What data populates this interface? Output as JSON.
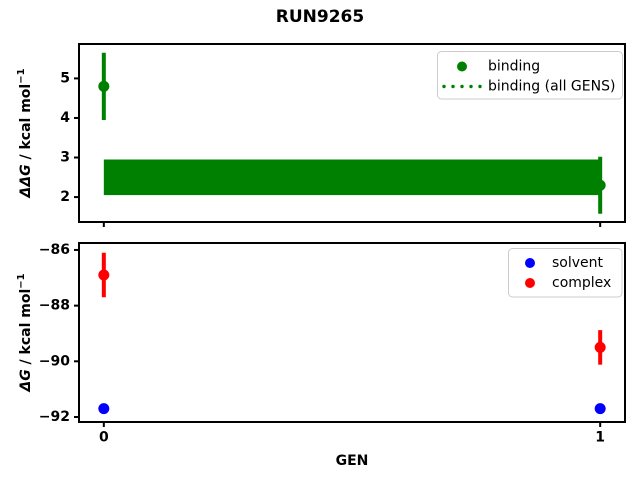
{
  "title": "RUN9265",
  "colors": {
    "foreground": "#000000",
    "background": "#ffffff",
    "legend_border": "#cccccc",
    "binding_green": "#008000",
    "solvent_blue": "#0000ff",
    "complex_red": "#ff0000"
  },
  "chart_data": [
    {
      "type": "scatter",
      "title": "",
      "ylabel": "ΔΔG / kcal mol⁻¹",
      "ylabel_parts": [
        {
          "text": "ΔΔG",
          "style": "italic"
        },
        {
          "text": " / kcal mol",
          "style": "normal"
        },
        {
          "text": "−1",
          "style": "superscript"
        }
      ],
      "xlim": [
        -0.05,
        1.05
      ],
      "ylim": [
        1.37,
        5.87
      ],
      "ytick_values": [
        2,
        3,
        4,
        5
      ],
      "ytick_labels": [
        "2",
        "3",
        "4",
        "5"
      ],
      "xtick_values": [
        0,
        1
      ],
      "xtick_labels": [],
      "grid": false,
      "series": [
        {
          "name": "binding",
          "type": "errorbar",
          "color": "#008000",
          "marker": "circle",
          "x": [
            0,
            1
          ],
          "y": [
            4.8,
            2.3
          ],
          "yerr": [
            0.85,
            0.72
          ]
        },
        {
          "name": "binding (all GENS)",
          "type": "band",
          "color": "#008000",
          "line_style": "dotted",
          "x": [
            0,
            1
          ],
          "lo": 2.05,
          "hi": 2.95,
          "mean": 2.5
        }
      ],
      "legend": {
        "position": "upper right",
        "entries": [
          {
            "label": "binding",
            "marker": "dot",
            "color": "#008000"
          },
          {
            "label": "binding (all GENS)",
            "marker": "dotted-line",
            "color": "#008000"
          }
        ]
      }
    },
    {
      "type": "scatter",
      "title": "",
      "xlabel": "GEN",
      "ylabel": "ΔG / kcal mol⁻¹",
      "ylabel_parts": [
        {
          "text": "ΔG",
          "style": "italic"
        },
        {
          "text": " / kcal mol",
          "style": "normal"
        },
        {
          "text": "−1",
          "style": "superscript"
        }
      ],
      "xlim": [
        -0.05,
        1.05
      ],
      "ylim": [
        -92.18,
        -85.75
      ],
      "ytick_values": [
        -92,
        -90,
        -88,
        -86
      ],
      "ytick_labels": [
        "−92",
        "−90",
        "−88",
        "−86"
      ],
      "xtick_values": [
        0,
        1
      ],
      "xtick_labels": [
        "0",
        "1"
      ],
      "grid": false,
      "series": [
        {
          "name": "solvent",
          "type": "errorbar",
          "color": "#0000ff",
          "marker": "circle",
          "x": [
            0,
            1
          ],
          "y": [
            -91.7,
            -91.7
          ],
          "yerr": [
            0.1,
            0.1
          ]
        },
        {
          "name": "complex",
          "type": "errorbar",
          "color": "#ff0000",
          "marker": "circle",
          "x": [
            0,
            1
          ],
          "y": [
            -86.9,
            -89.5
          ],
          "yerr": [
            0.8,
            0.62
          ]
        }
      ],
      "legend": {
        "position": "upper right",
        "entries": [
          {
            "label": "solvent",
            "marker": "dot",
            "color": "#0000ff"
          },
          {
            "label": "complex",
            "marker": "dot",
            "color": "#ff0000"
          }
        ]
      }
    }
  ]
}
